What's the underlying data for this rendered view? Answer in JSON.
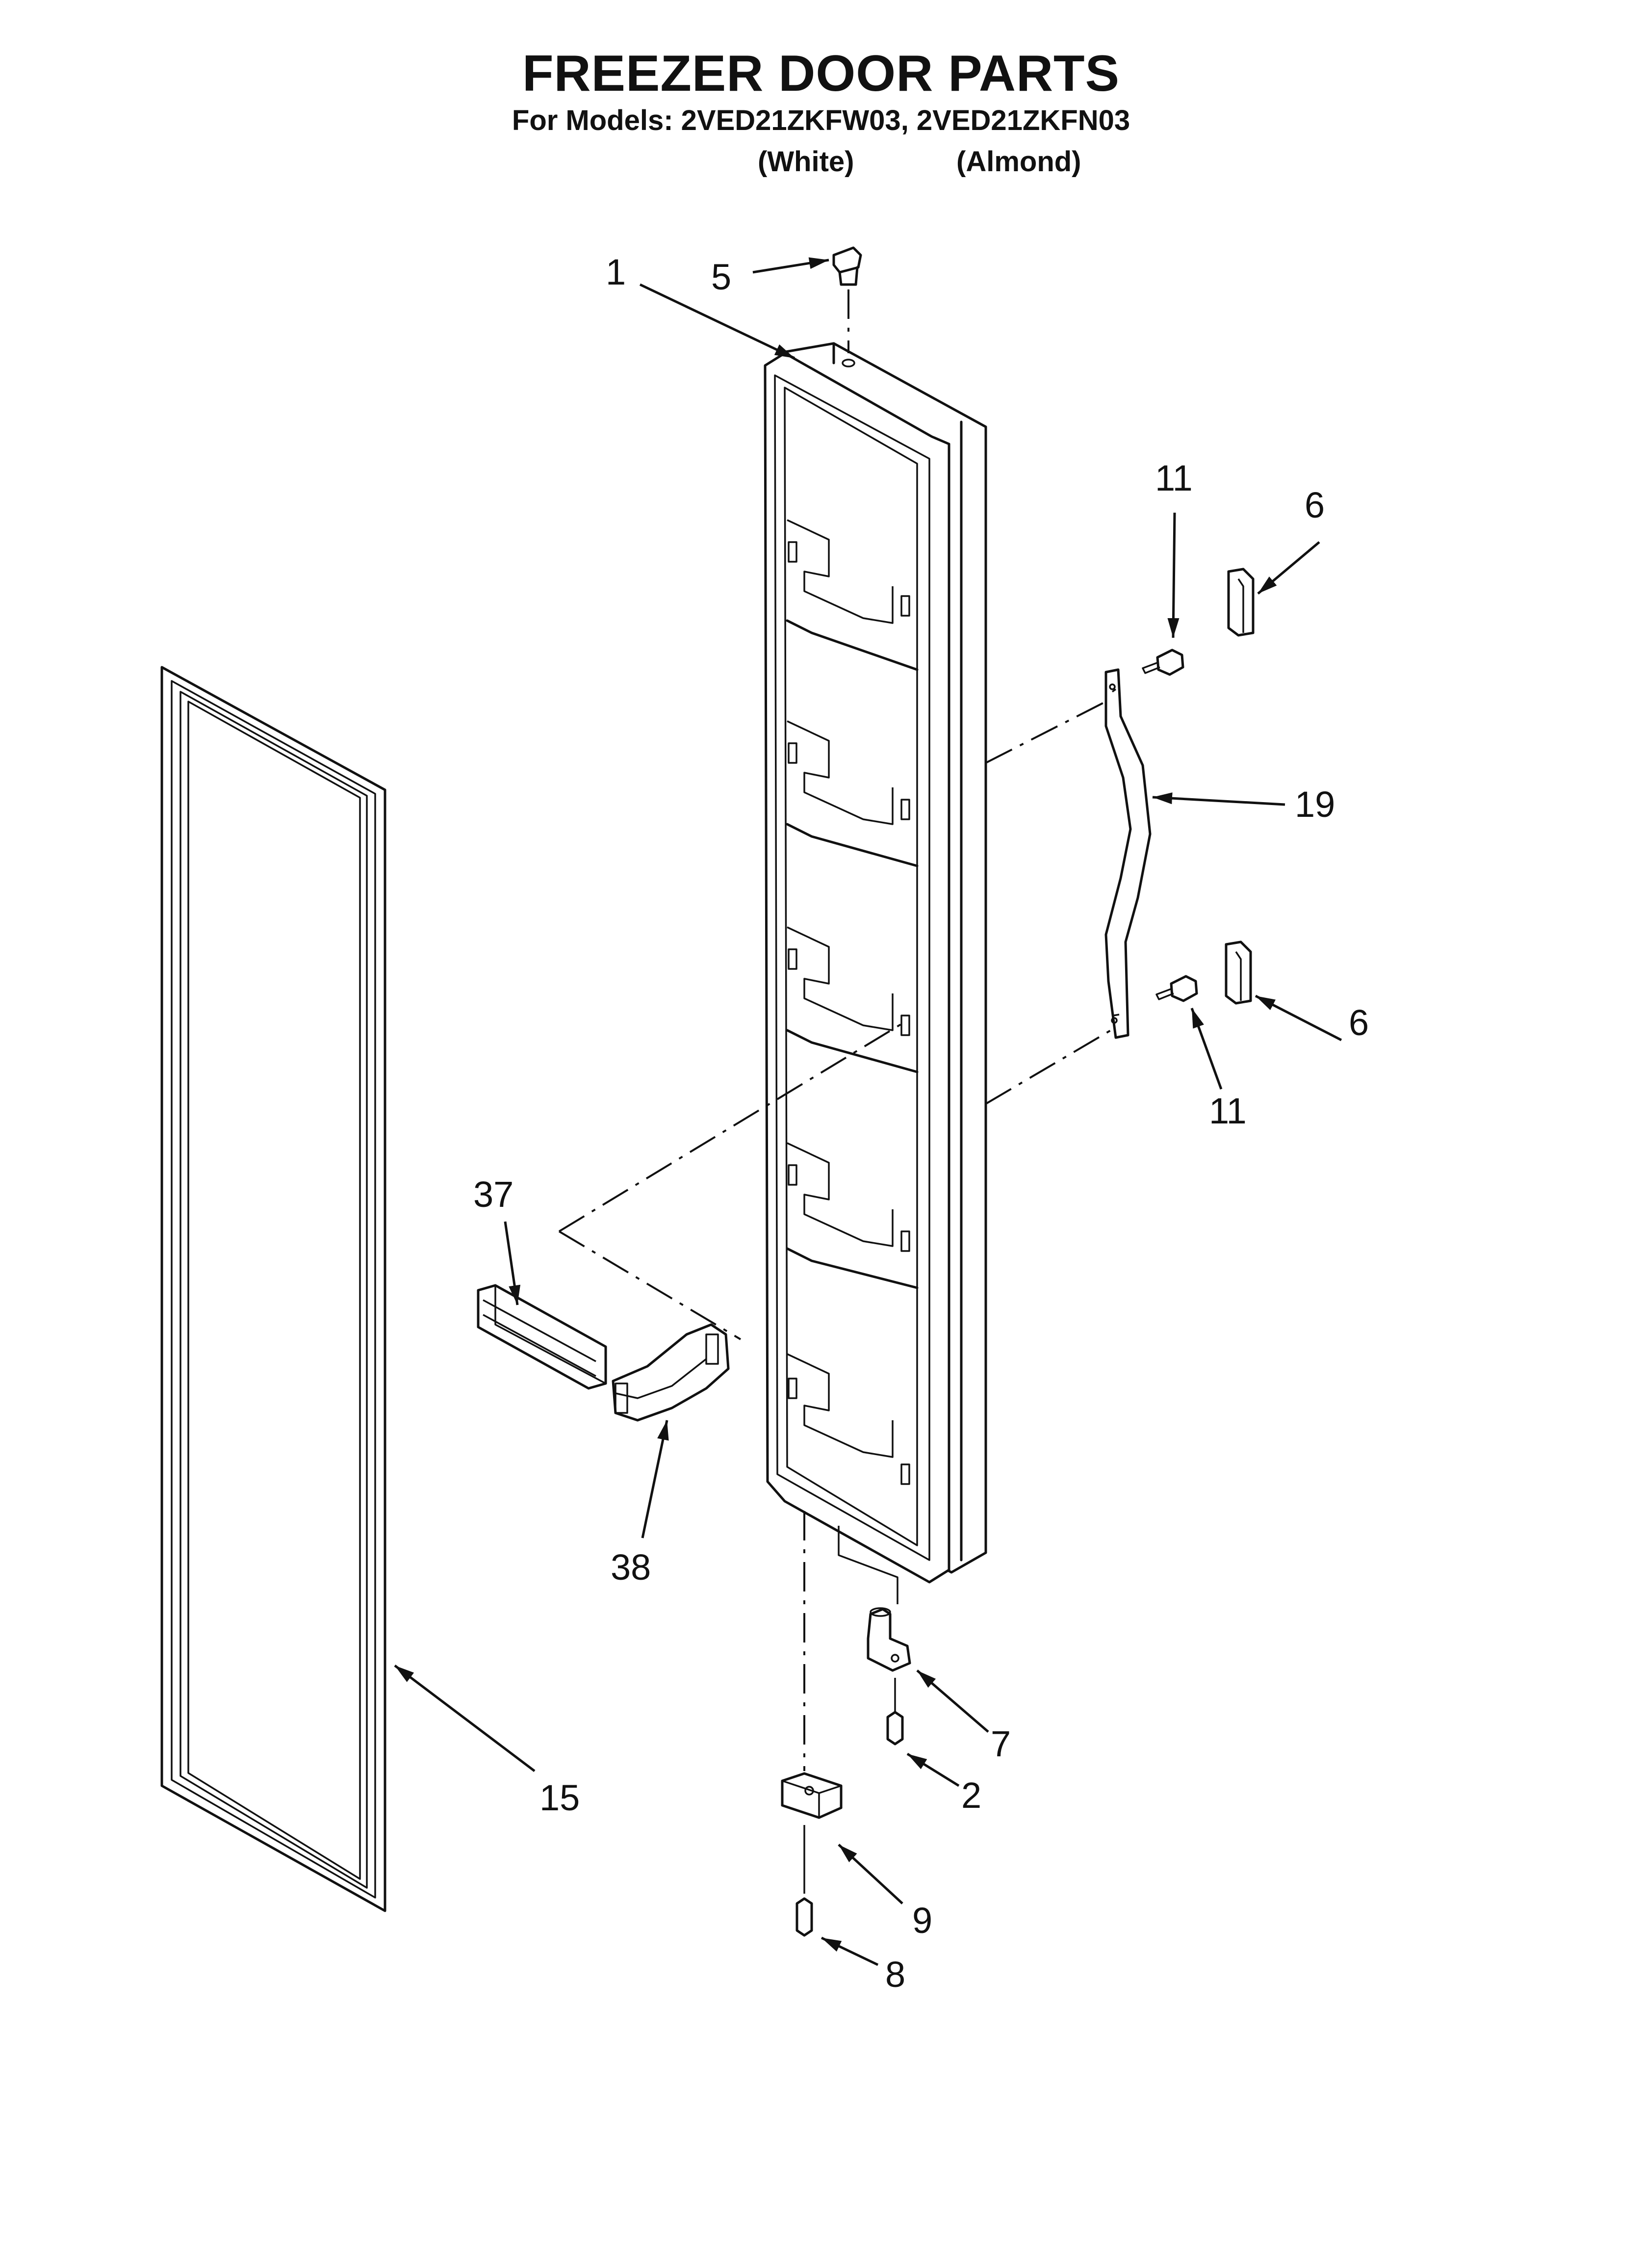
{
  "header": {
    "title": "FREEZER DOOR PARTS",
    "models_line": "For Models: 2VED21ZKFW03, 2VED21ZKFN03",
    "variant_white": "(White)",
    "variant_almond": "(Almond)"
  },
  "callouts": {
    "door": "1",
    "door_cap_plug": "5",
    "screw_upper": "11",
    "screw_lower": "11",
    "handle_cap_upper": "6",
    "handle_cap_lower": "6",
    "handle": "19",
    "shelf_rail": "37",
    "shelf_end_cap": "38",
    "gasket": "15",
    "hinge_upper": "7",
    "hinge_screw": "2",
    "hinge_lower": "9",
    "hinge_lower_screw": "8"
  }
}
